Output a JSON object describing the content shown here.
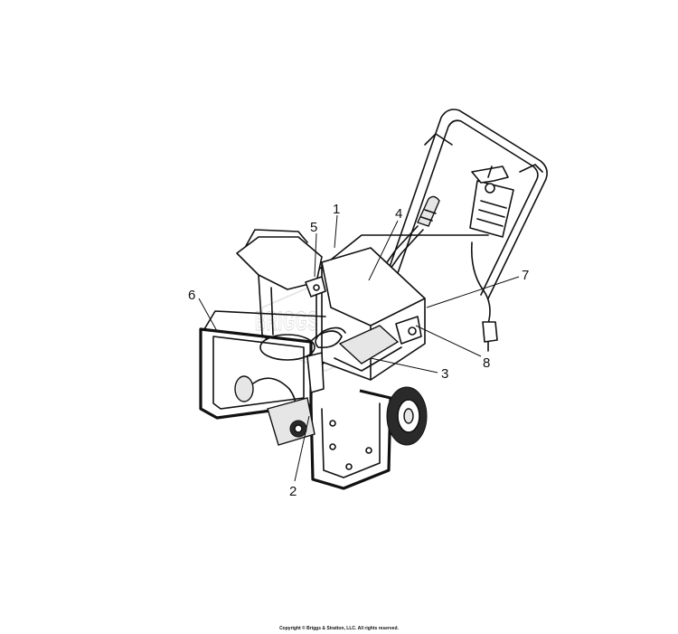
{
  "callouts": [
    "1",
    "2",
    "3",
    "4",
    "5",
    "6",
    "7",
    "8"
  ],
  "watermark": "BRIGGS & STRATTON",
  "copyright": "Copyright © Briggs & Stratton, LLC. All rights reserved."
}
